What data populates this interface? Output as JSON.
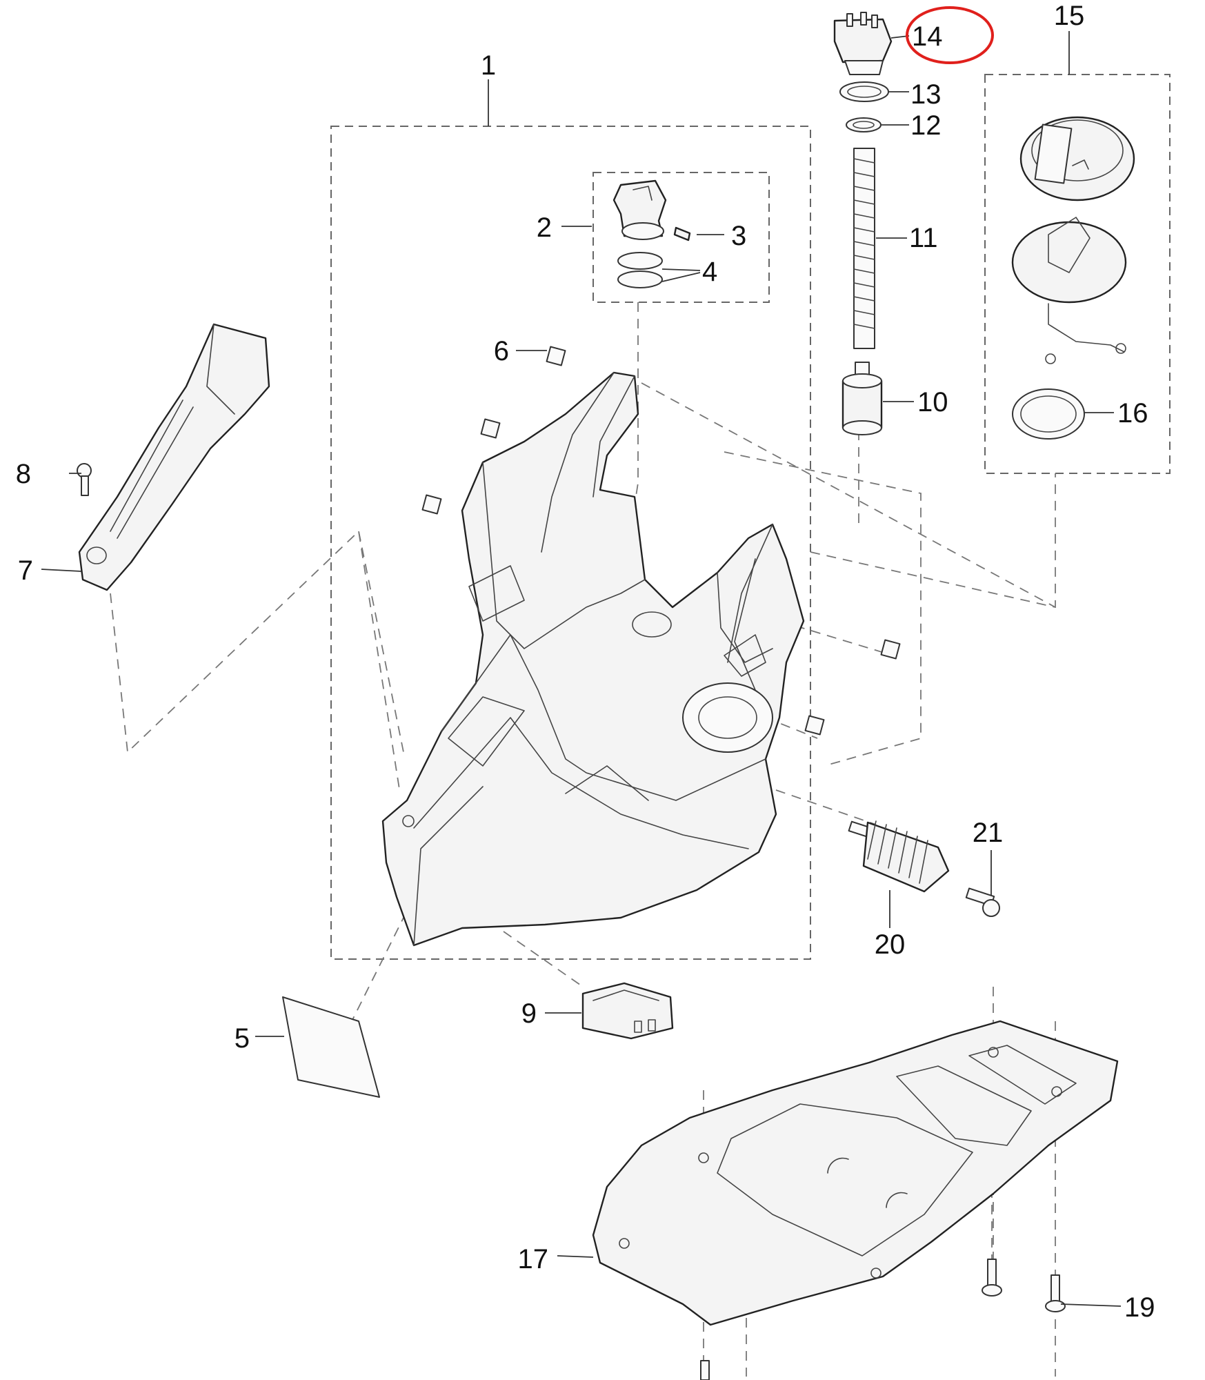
{
  "callouts": {
    "c1": "1",
    "c2": "2",
    "c3": "3",
    "c4": "4",
    "c5": "5",
    "c6": "6",
    "c7": "7",
    "c8": "8",
    "c9": "9",
    "c10": "10",
    "c11": "11",
    "c12": "12",
    "c13": "13",
    "c14": "14",
    "c15": "15",
    "c16": "16",
    "c17": "17",
    "c19": "19",
    "c20": "20",
    "c21": "21"
  },
  "highlight": {
    "callout": "14",
    "color": "#e0201c"
  }
}
